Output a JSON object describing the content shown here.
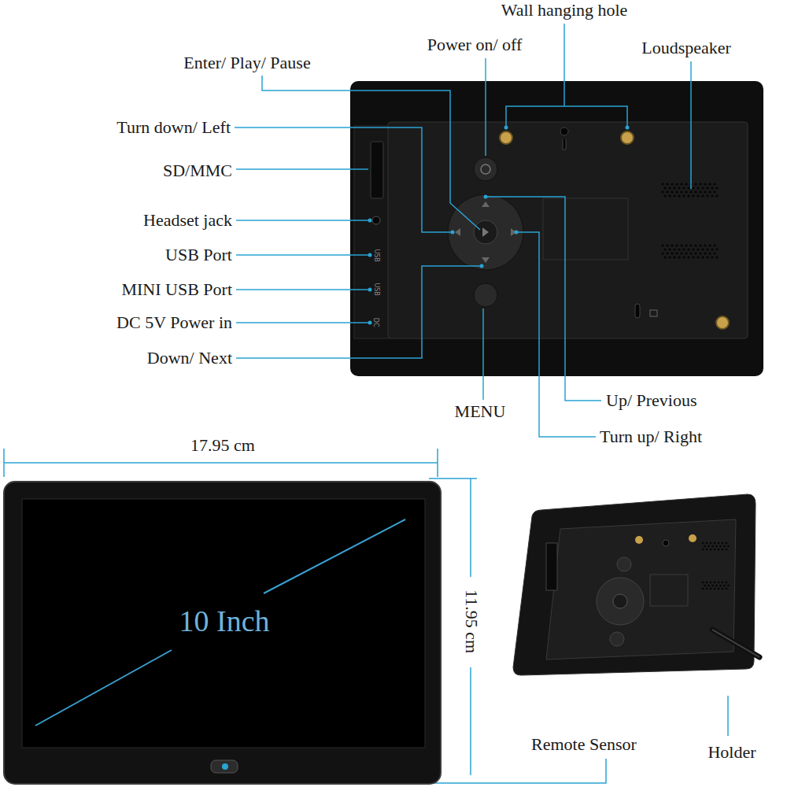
{
  "diagram": {
    "labels": [
      "Wall hanging hole",
      "Power on/ off",
      "Loudspeaker",
      "Enter/ Play/ Pause",
      "Turn down/ Left",
      "SD/MMC",
      "Headset jack",
      "USB Port",
      "MINI USB Port",
      "DC 5V Power in",
      "Down/ Next",
      "MENU",
      "Up/ Previous",
      "Turn up/ Right",
      "17.95 cm",
      "11.95 cm",
      "10 Inch",
      "Remote Sensor",
      "Holder",
      "USB",
      "USB",
      "DC"
    ]
  }
}
